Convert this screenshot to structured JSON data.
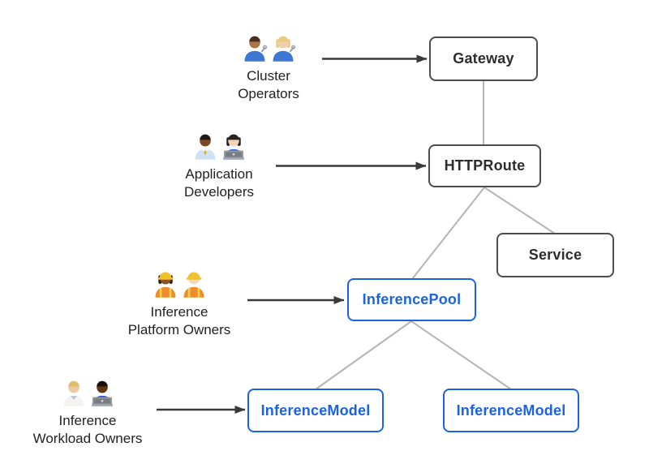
{
  "diagram": {
    "background": "#ffffff",
    "colors": {
      "box_border_dark": "#4d4d4d",
      "box_text_dark": "#2d2d2d",
      "accent_blue": "#1a63e6",
      "connector_gray": "#b5b5b5",
      "arrow_dark": "#3a3a3a",
      "label_text": "#222222"
    }
  },
  "nodes": [
    {
      "id": "gateway",
      "label": "Gateway",
      "style": "gray"
    },
    {
      "id": "httproute",
      "label": "HTTPRoute",
      "style": "gray"
    },
    {
      "id": "service",
      "label": "Service",
      "style": "gray"
    },
    {
      "id": "inferencepool",
      "label": "InferencePool",
      "style": "blue"
    },
    {
      "id": "inferencemodel_left",
      "label": "InferenceModel",
      "style": "blue"
    },
    {
      "id": "inferencemodel_right",
      "label": "InferenceModel",
      "style": "blue"
    }
  ],
  "edges": {
    "resource_links": [
      {
        "from": "Gateway",
        "to": "HTTPRoute"
      },
      {
        "from": "HTTPRoute",
        "to": "Service"
      },
      {
        "from": "HTTPRoute",
        "to": "InferencePool"
      },
      {
        "from": "InferencePool",
        "to": "InferenceModel (left)"
      },
      {
        "from": "InferencePool",
        "to": "InferenceModel (right)"
      }
    ],
    "actor_arrows": [
      {
        "from": "Cluster Operators",
        "to": "Gateway"
      },
      {
        "from": "Application Developers",
        "to": "HTTPRoute"
      },
      {
        "from": "Inference Platform Owners",
        "to": "InferencePool"
      },
      {
        "from": "Inference Workload Owners",
        "to": "InferenceModel (left)"
      }
    ]
  },
  "personas": [
    {
      "label_line1": "Cluster",
      "label_line2": "Operators",
      "people": [
        {
          "icon": "man-mechanic-emoji",
          "skin": "#aa7544",
          "hair": "#4b2e1e",
          "shirt": "#3d77d1",
          "tool": true
        },
        {
          "icon": "woman-mechanic-emoji",
          "skin": "#efcfae",
          "hair": "#e7cc82",
          "long_hair": true,
          "shirt": "#3d77d1",
          "tool": true
        }
      ]
    },
    {
      "label_line1": "Application",
      "label_line2": "Developers",
      "people": [
        {
          "icon": "man-office-worker-emoji",
          "skin": "#7b4a22",
          "hair": "#1f1a17",
          "shirt": "#cfe2f5",
          "collar": "#ffffff",
          "tie": "#e2b33a"
        },
        {
          "icon": "woman-technologist-emoji",
          "skin": "#f1d3b6",
          "hair": "#24211f",
          "long_hair": true,
          "shirt": "#3a6fd8",
          "laptop": true
        }
      ]
    },
    {
      "label_line1": "Inference",
      "label_line2": "Platform Owners",
      "people": [
        {
          "icon": "woman-construction-worker-emoji",
          "skin": "#8a512a",
          "hair": "#241d18",
          "long_hair": true,
          "helmet": "#f2c12e",
          "shirt": "#ef8c2d",
          "vest": "#f7d34d"
        },
        {
          "icon": "man-construction-worker-emoji",
          "skin": "#f3d9bc",
          "helmet": "#f2c12e",
          "shirt": "#ef8c2d",
          "vest": "#f7d34d"
        }
      ]
    },
    {
      "label_line1": "Inference",
      "label_line2": "Workload Owners",
      "people": [
        {
          "icon": "health-worker-emoji",
          "skin": "#eec9a6",
          "hair": "#ddc06e",
          "shirt": "#f3f3f1",
          "collar": "#b8c4cf"
        },
        {
          "icon": "man-technologist-emoji",
          "skin": "#5f3813",
          "hair": "#15100d",
          "shirt": "#2f55cf",
          "laptop": true
        }
      ]
    }
  ]
}
